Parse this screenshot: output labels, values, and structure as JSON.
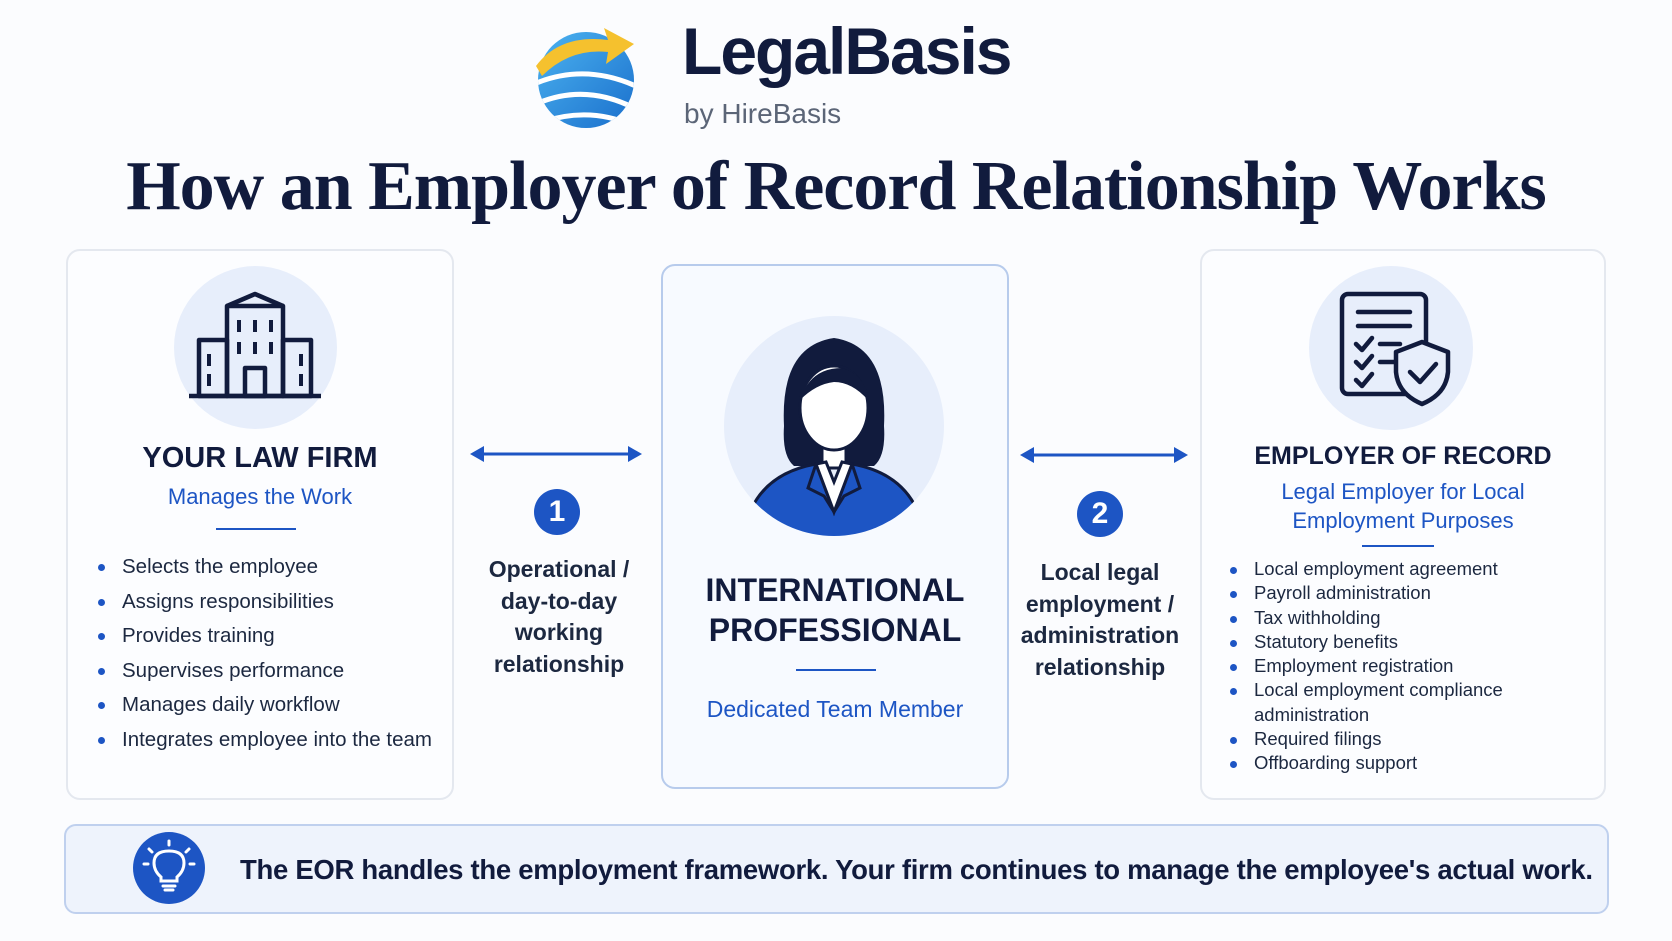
{
  "brand": {
    "name": "LegalBasis",
    "tagline": "by HireBasis"
  },
  "title": "How an Employer of Record Relationship Works",
  "left_card": {
    "icon": "office-building-icon",
    "title": "YOUR LAW FIRM",
    "subtitle": "Manages the Work",
    "items": [
      "Selects the employee",
      "Assigns responsibilities",
      "Provides training",
      "Supervises performance",
      "Manages daily workflow",
      "Integrates employee into the team"
    ]
  },
  "center_card": {
    "icon": "professional-woman-avatar",
    "title_line1": "INTERNATIONAL",
    "title_line2": "PROFESSIONAL",
    "subtitle": "Dedicated Team Member"
  },
  "right_card": {
    "icon": "document-checklist-shield-icon",
    "title": "EMPLOYER OF RECORD",
    "subtitle_line1": "Legal Employer for Local",
    "subtitle_line2": "Employment Purposes",
    "items": [
      "Local employment agreement",
      "Payroll administration",
      "Tax withholding",
      "Statutory benefits",
      "Employment registration",
      "Local employment compliance administration",
      "Required filings",
      "Offboarding support"
    ]
  },
  "connectors": [
    {
      "number": "1",
      "lines": [
        "Operational /",
        "day-to-day",
        "working",
        "relationship"
      ]
    },
    {
      "number": "2",
      "lines": [
        "Local legal",
        "employment /",
        "administration",
        "relationship"
      ]
    }
  ],
  "banner": {
    "icon": "lightbulb-icon",
    "text": "The EOR handles the employment framework. Your firm continues to manage the employee's actual work."
  },
  "colors": {
    "accent": "#1d55c4",
    "navy": "#111b3d",
    "card_border": "#e4e8ef",
    "icon_bg": "#e7eefb"
  }
}
